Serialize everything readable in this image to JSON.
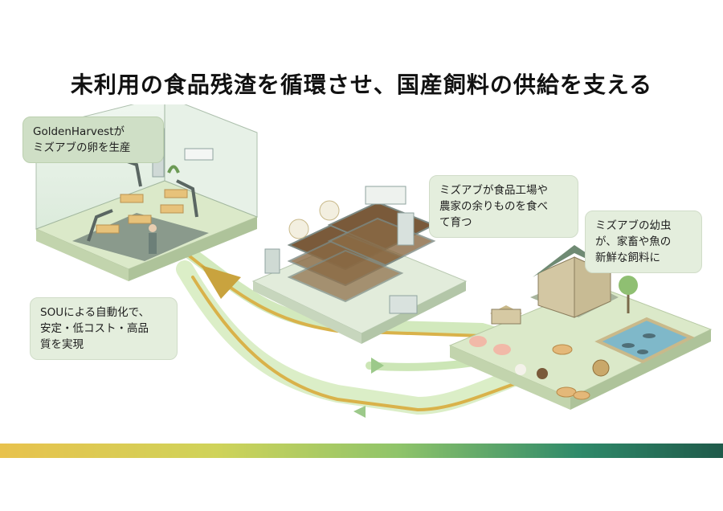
{
  "title": "未利用の食品残渣を循環させ、国産飼料の供給を支える",
  "callouts": {
    "production": [
      "GoldenHarvestが",
      "ミズアブの卵を生産"
    ],
    "automation": [
      "SOUによる自動化で、",
      "安定・低コスト・高品",
      "質を実現"
    ],
    "rearing": [
      "ミズアブが食品工場や",
      "農家の余りものを食べ",
      "て育つ"
    ],
    "feed": [
      "ミズアブの幼虫",
      "が、家畜や魚の",
      "新鮮な飼料に"
    ]
  },
  "colors": {
    "bubble_light": "#e4eedd",
    "bubble_green": "#cfdfc6",
    "flow_green": "#b9dc9a",
    "flow_gold": "#d9b24a",
    "ground": "#dbe9c9"
  }
}
